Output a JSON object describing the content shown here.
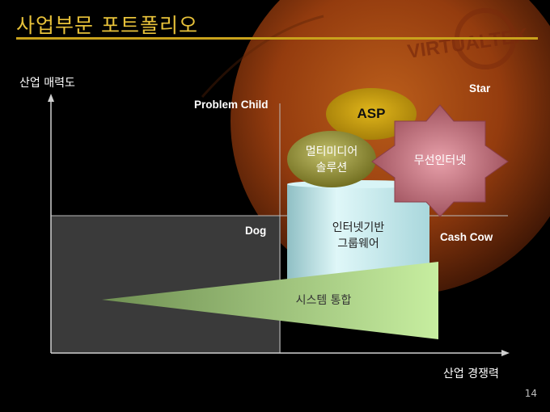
{
  "slide": {
    "title": "사업부문 포트폴리오",
    "watermark": "VIRTUALTEK",
    "page_number": "14"
  },
  "axes": {
    "y_label": "산업 매력도",
    "x_label": "산업 경쟁력"
  },
  "quadrants": {
    "problem_child": "Problem Child",
    "star": "Star",
    "dog": "Dog",
    "cash_cow": "Cash Cow"
  },
  "shapes": {
    "asp": "ASP",
    "multimedia_line1": "멀티미디어",
    "multimedia_line2": "솔루션",
    "wireless": "무선인터넷",
    "groupware_line1": "인터넷기반",
    "groupware_line2": "그룹웨어",
    "system_integration": "시스템 통합"
  },
  "colors": {
    "title": "#e8c23a",
    "asp_fill": "#c9a20c",
    "multimedia_fill": "#8c8a2c",
    "wireless_fill": "#b3606e",
    "groupware_fill": "#a8e4e8",
    "triangle_fill": "#b5d98e"
  }
}
